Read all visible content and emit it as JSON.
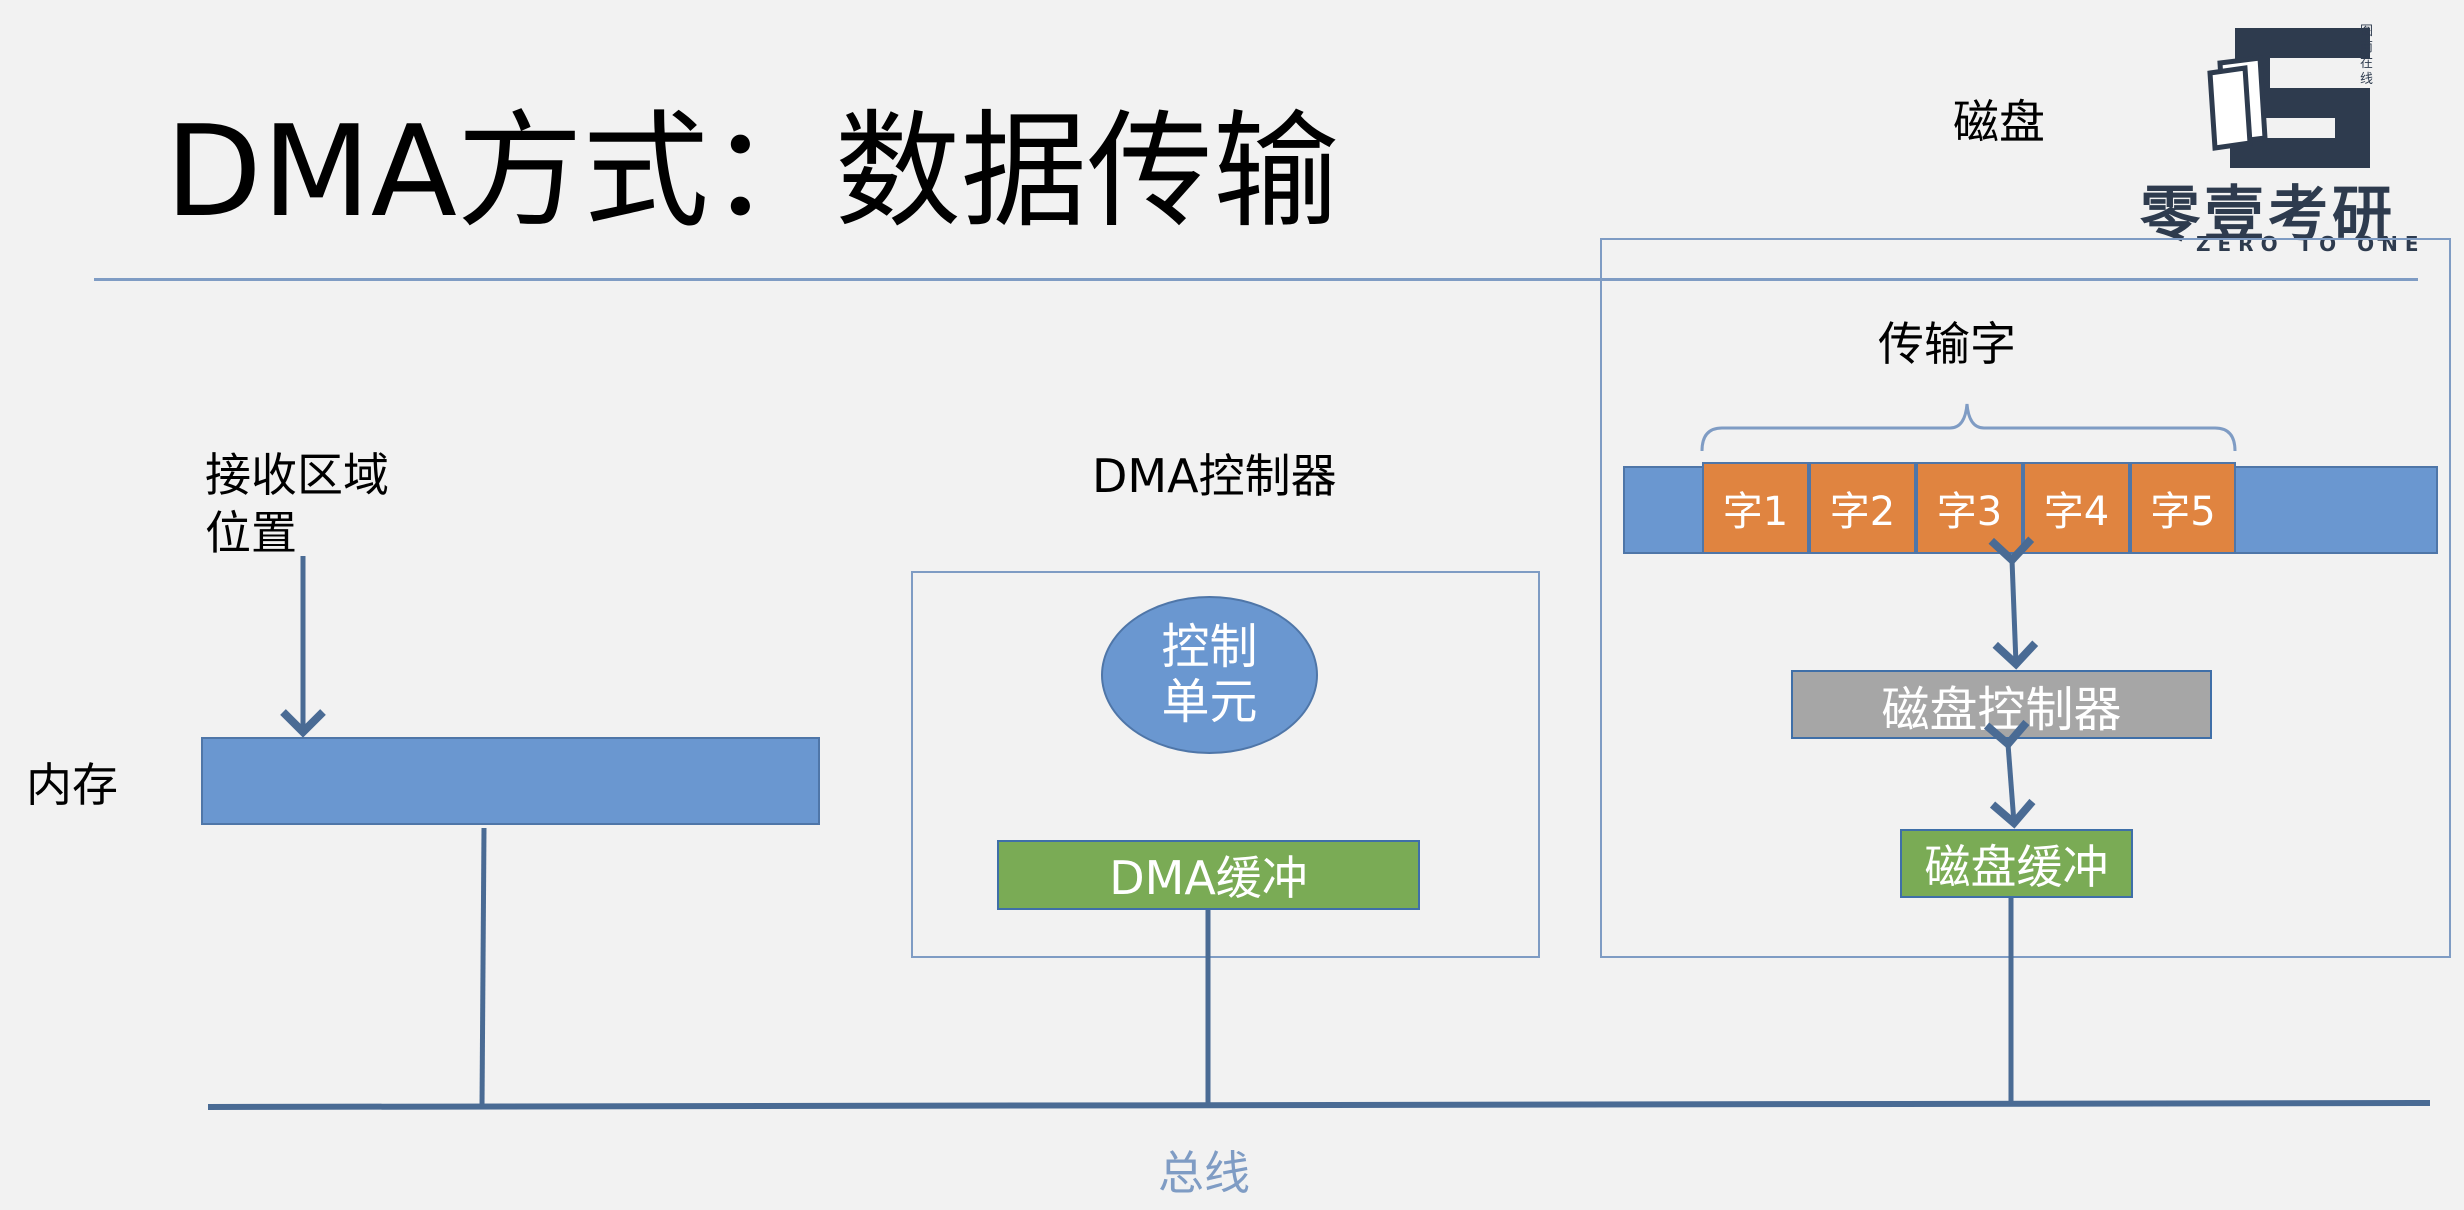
{
  "slide": {
    "title": "DMA方式：数据传输"
  },
  "labels": {
    "disk": "磁盘",
    "receive_area_line1": "接收区域",
    "receive_area_line2": "位置",
    "dma_controller": "DMA控制器",
    "memory": "内存",
    "transfer_words": "传输字",
    "bus": "总线"
  },
  "dma": {
    "control_unit_line1": "控制",
    "control_unit_line2": "单元",
    "buffer": "DMA缓冲"
  },
  "disk_parts": {
    "words": [
      "字1",
      "字2",
      "字3",
      "字4",
      "字5"
    ],
    "controller": "磁盘控制器",
    "buffer": "磁盘缓冲"
  },
  "logo": {
    "brand": "零壹考研",
    "tagline": "ZERO TO ONE",
    "side_text": "图南在线"
  },
  "colors": {
    "blue": "#6a97d0",
    "orange": "#e08440",
    "green": "#7aab55",
    "gray": "#a6a6a6",
    "line": "#4a6b94",
    "bus_label": "#7f9cc4"
  }
}
